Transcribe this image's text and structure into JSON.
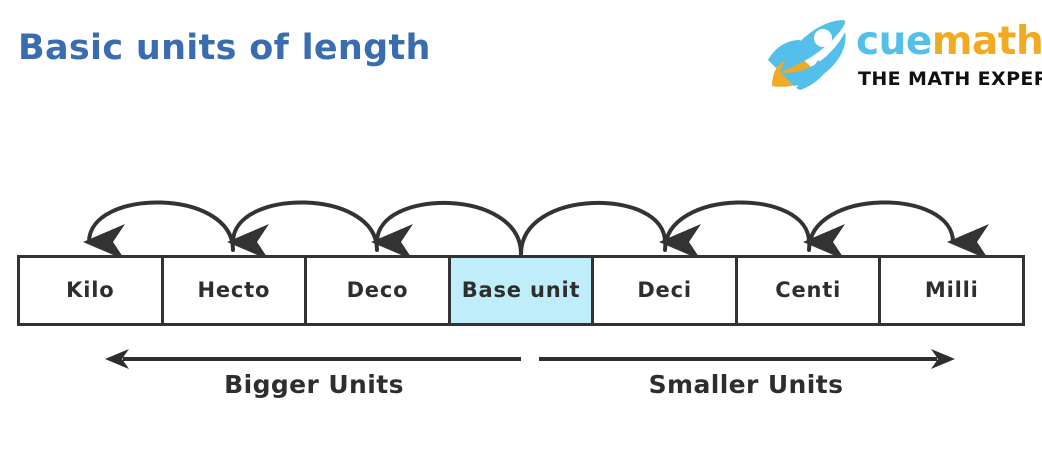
{
  "page": {
    "title": "Basic units of length",
    "background_color": "#ffffff",
    "title_color": "#3a6cb0"
  },
  "logo": {
    "icon_name": "rocket-icon",
    "word_part_1": "cue",
    "word_part_2": "math",
    "tagline": "THE MATH EXPERT",
    "color_cue": "#53bfea",
    "color_math": "#f0ab23",
    "color_tagline": "#111111",
    "rocket_body_color": "#53bfea",
    "rocket_flame_color": "#f0ab23"
  },
  "diagram": {
    "cells": [
      {
        "label": "Kilo",
        "highlighted": false
      },
      {
        "label": "Hecto",
        "highlighted": false
      },
      {
        "label": "Deco",
        "highlighted": false
      },
      {
        "label": "Base unit",
        "highlighted": true
      },
      {
        "label": "Deci",
        "highlighted": false
      },
      {
        "label": "Centi",
        "highlighted": false
      },
      {
        "label": "Milli",
        "highlighted": false
      }
    ],
    "highlight_color": "#bfedfa",
    "border_color": "#333333",
    "text_color": "#2e2e2e",
    "arc_count": 6,
    "arc_color": "#333333",
    "arc_description": "curved arrows hopping between adjacent unit cells, outward from the base unit"
  },
  "directions": {
    "bigger": {
      "label": "Bigger Units",
      "arrow_name": "arrow-left-icon",
      "arrow_direction": "left"
    },
    "smaller": {
      "label": "Smaller Units",
      "arrow_name": "arrow-right-icon",
      "arrow_direction": "right"
    }
  }
}
